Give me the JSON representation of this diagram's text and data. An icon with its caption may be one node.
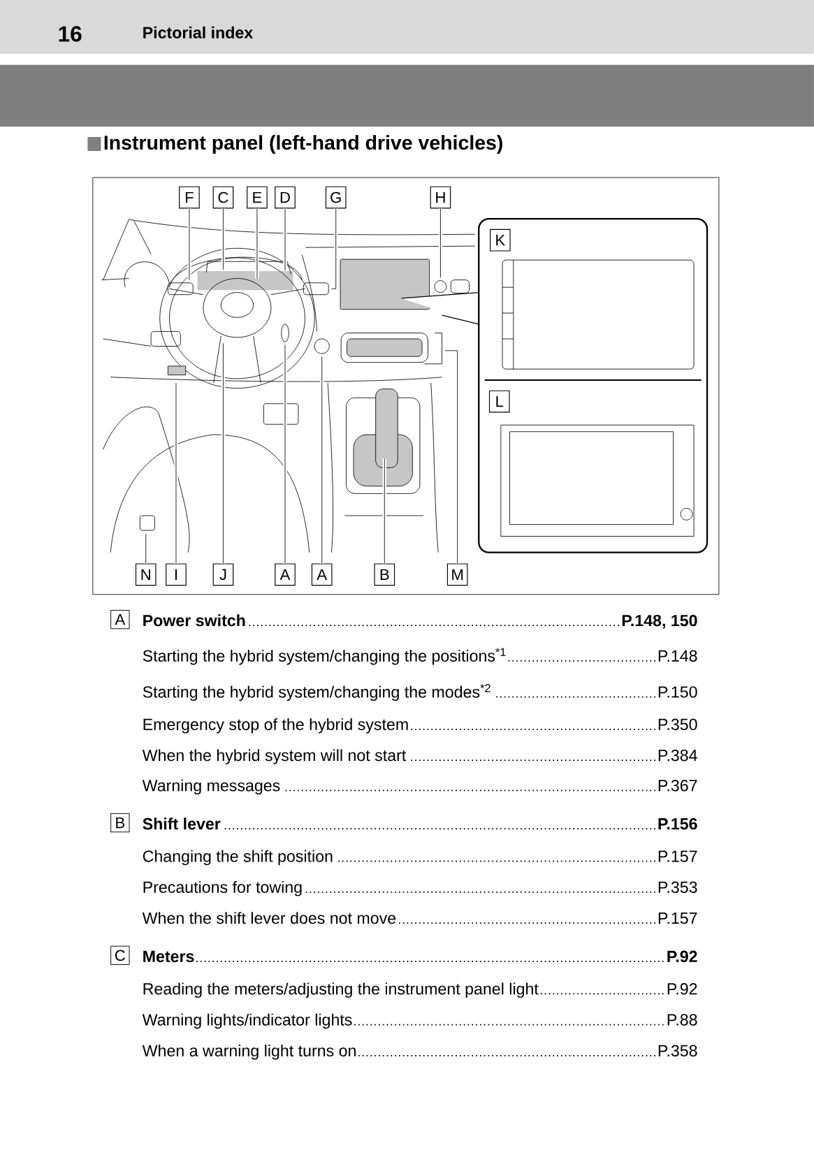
{
  "diagram": {
    "title": "Instrument panel (left-hand drive vehicles)",
    "nodes": [
      {
        "text": [
          "F"
        ]
      },
      {
        "text": [
          "C"
        ]
      },
      {
        "text": [
          "E"
        ]
      },
      {
        "text": [
          "D"
        ]
      },
      {
        "text": [
          "G"
        ]
      },
      {
        "text": [
          "H"
        ]
      },
      {
        "text": [
          "N"
        ]
      },
      {
        "text": [
          "I"
        ]
      },
      {
        "text": [
          "J"
        ]
      },
      {
        "text": [
          "A"
        ]
      },
      {
        "text": [
          "A"
        ]
      },
      {
        "text": [
          "B"
        ]
      },
      {
        "text": [
          "M"
        ]
      },
      {
        "text": [
          "K"
        ]
      },
      {
        "text": [
          "L"
        ]
      }
    ],
    "edges": [
      {
        "from": 0,
        "to": null,
        "arrow": "none"
      },
      {
        "from": 1,
        "to": null,
        "arrow": "none"
      },
      {
        "from": 2,
        "to": null,
        "arrow": "none"
      },
      {
        "from": 3,
        "to": null,
        "arrow": "none"
      },
      {
        "from": 4,
        "to": null,
        "arrow": "none"
      },
      {
        "from": 5,
        "to": null,
        "arrow": "none"
      },
      {
        "from": 6,
        "to": null,
        "arrow": "none"
      },
      {
        "from": 7,
        "to": null,
        "arrow": "none"
      },
      {
        "from": 8,
        "to": null,
        "arrow": "none"
      },
      {
        "from": 9,
        "to": null,
        "arrow": "none"
      },
      {
        "from": 10,
        "to": null,
        "arrow": "none"
      },
      {
        "from": 11,
        "to": null,
        "arrow": "none"
      },
      {
        "from": 12,
        "to": null,
        "arrow": "none"
      }
    ],
    "labels": [
      "16",
      "Pictorial index",
      "A",
      "Power switch",
      "P.148, 150",
      "Starting the hybrid system/changing the positions$^{*1}$",
      "P.148",
      "Starting the hybrid system/changing the modes$^{*2}$",
      "P.150",
      "Emergency stop of the hybrid system",
      "P.350",
      "When the hybrid system will not start",
      "P.384",
      "Warning messages",
      "P.367",
      "B",
      "Shift lever",
      "P.156",
      "Changing the shift position",
      "P.157",
      "Precautions for towing",
      "P.353",
      "When the shift lever does not move",
      "P.157",
      "C",
      "Meters",
      "P.92",
      "Reading the meters/adjusting the instrument panel light",
      "P.92",
      "Warning lights/indicator lights",
      "P.88",
      "When a warning light turns on",
      "P.358"
    ]
  }
}
